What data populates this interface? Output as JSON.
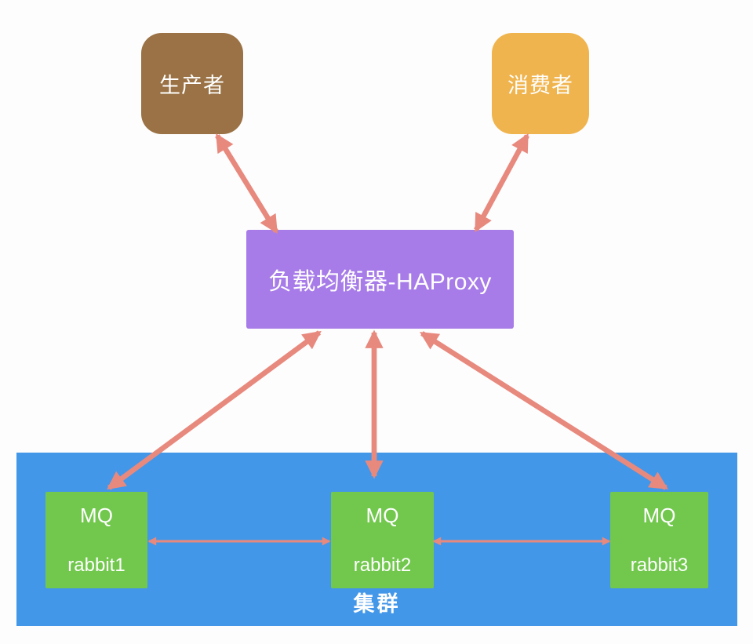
{
  "diagram": {
    "nodes": {
      "producer": {
        "label": "生产者",
        "color": "#9a7245"
      },
      "consumer": {
        "label": "消费者",
        "color": "#f0b44e"
      },
      "load_balancer": {
        "label": "负载均衡器-HAProxy",
        "color": "#a77ce8"
      },
      "cluster": {
        "label": "集群",
        "color": "#4397e8"
      },
      "mq_nodes": [
        {
          "title": "MQ",
          "name": "rabbit1",
          "color": "#71c84d"
        },
        {
          "title": "MQ",
          "name": "rabbit2",
          "color": "#71c84d"
        },
        {
          "title": "MQ",
          "name": "rabbit3",
          "color": "#71c84d"
        }
      ]
    },
    "edges": [
      {
        "from": "producer",
        "to": "load_balancer",
        "bidirectional": true
      },
      {
        "from": "consumer",
        "to": "load_balancer",
        "bidirectional": true
      },
      {
        "from": "load_balancer",
        "to": "rabbit1",
        "bidirectional": true
      },
      {
        "from": "load_balancer",
        "to": "rabbit2",
        "bidirectional": true
      },
      {
        "from": "load_balancer",
        "to": "rabbit3",
        "bidirectional": true
      },
      {
        "from": "rabbit1",
        "to": "rabbit2",
        "bidirectional": true
      },
      {
        "from": "rabbit2",
        "to": "rabbit3",
        "bidirectional": true
      }
    ],
    "colors": {
      "arrow": "#e8897e",
      "text": "#ffffff",
      "background": "#fdfdfd"
    }
  }
}
